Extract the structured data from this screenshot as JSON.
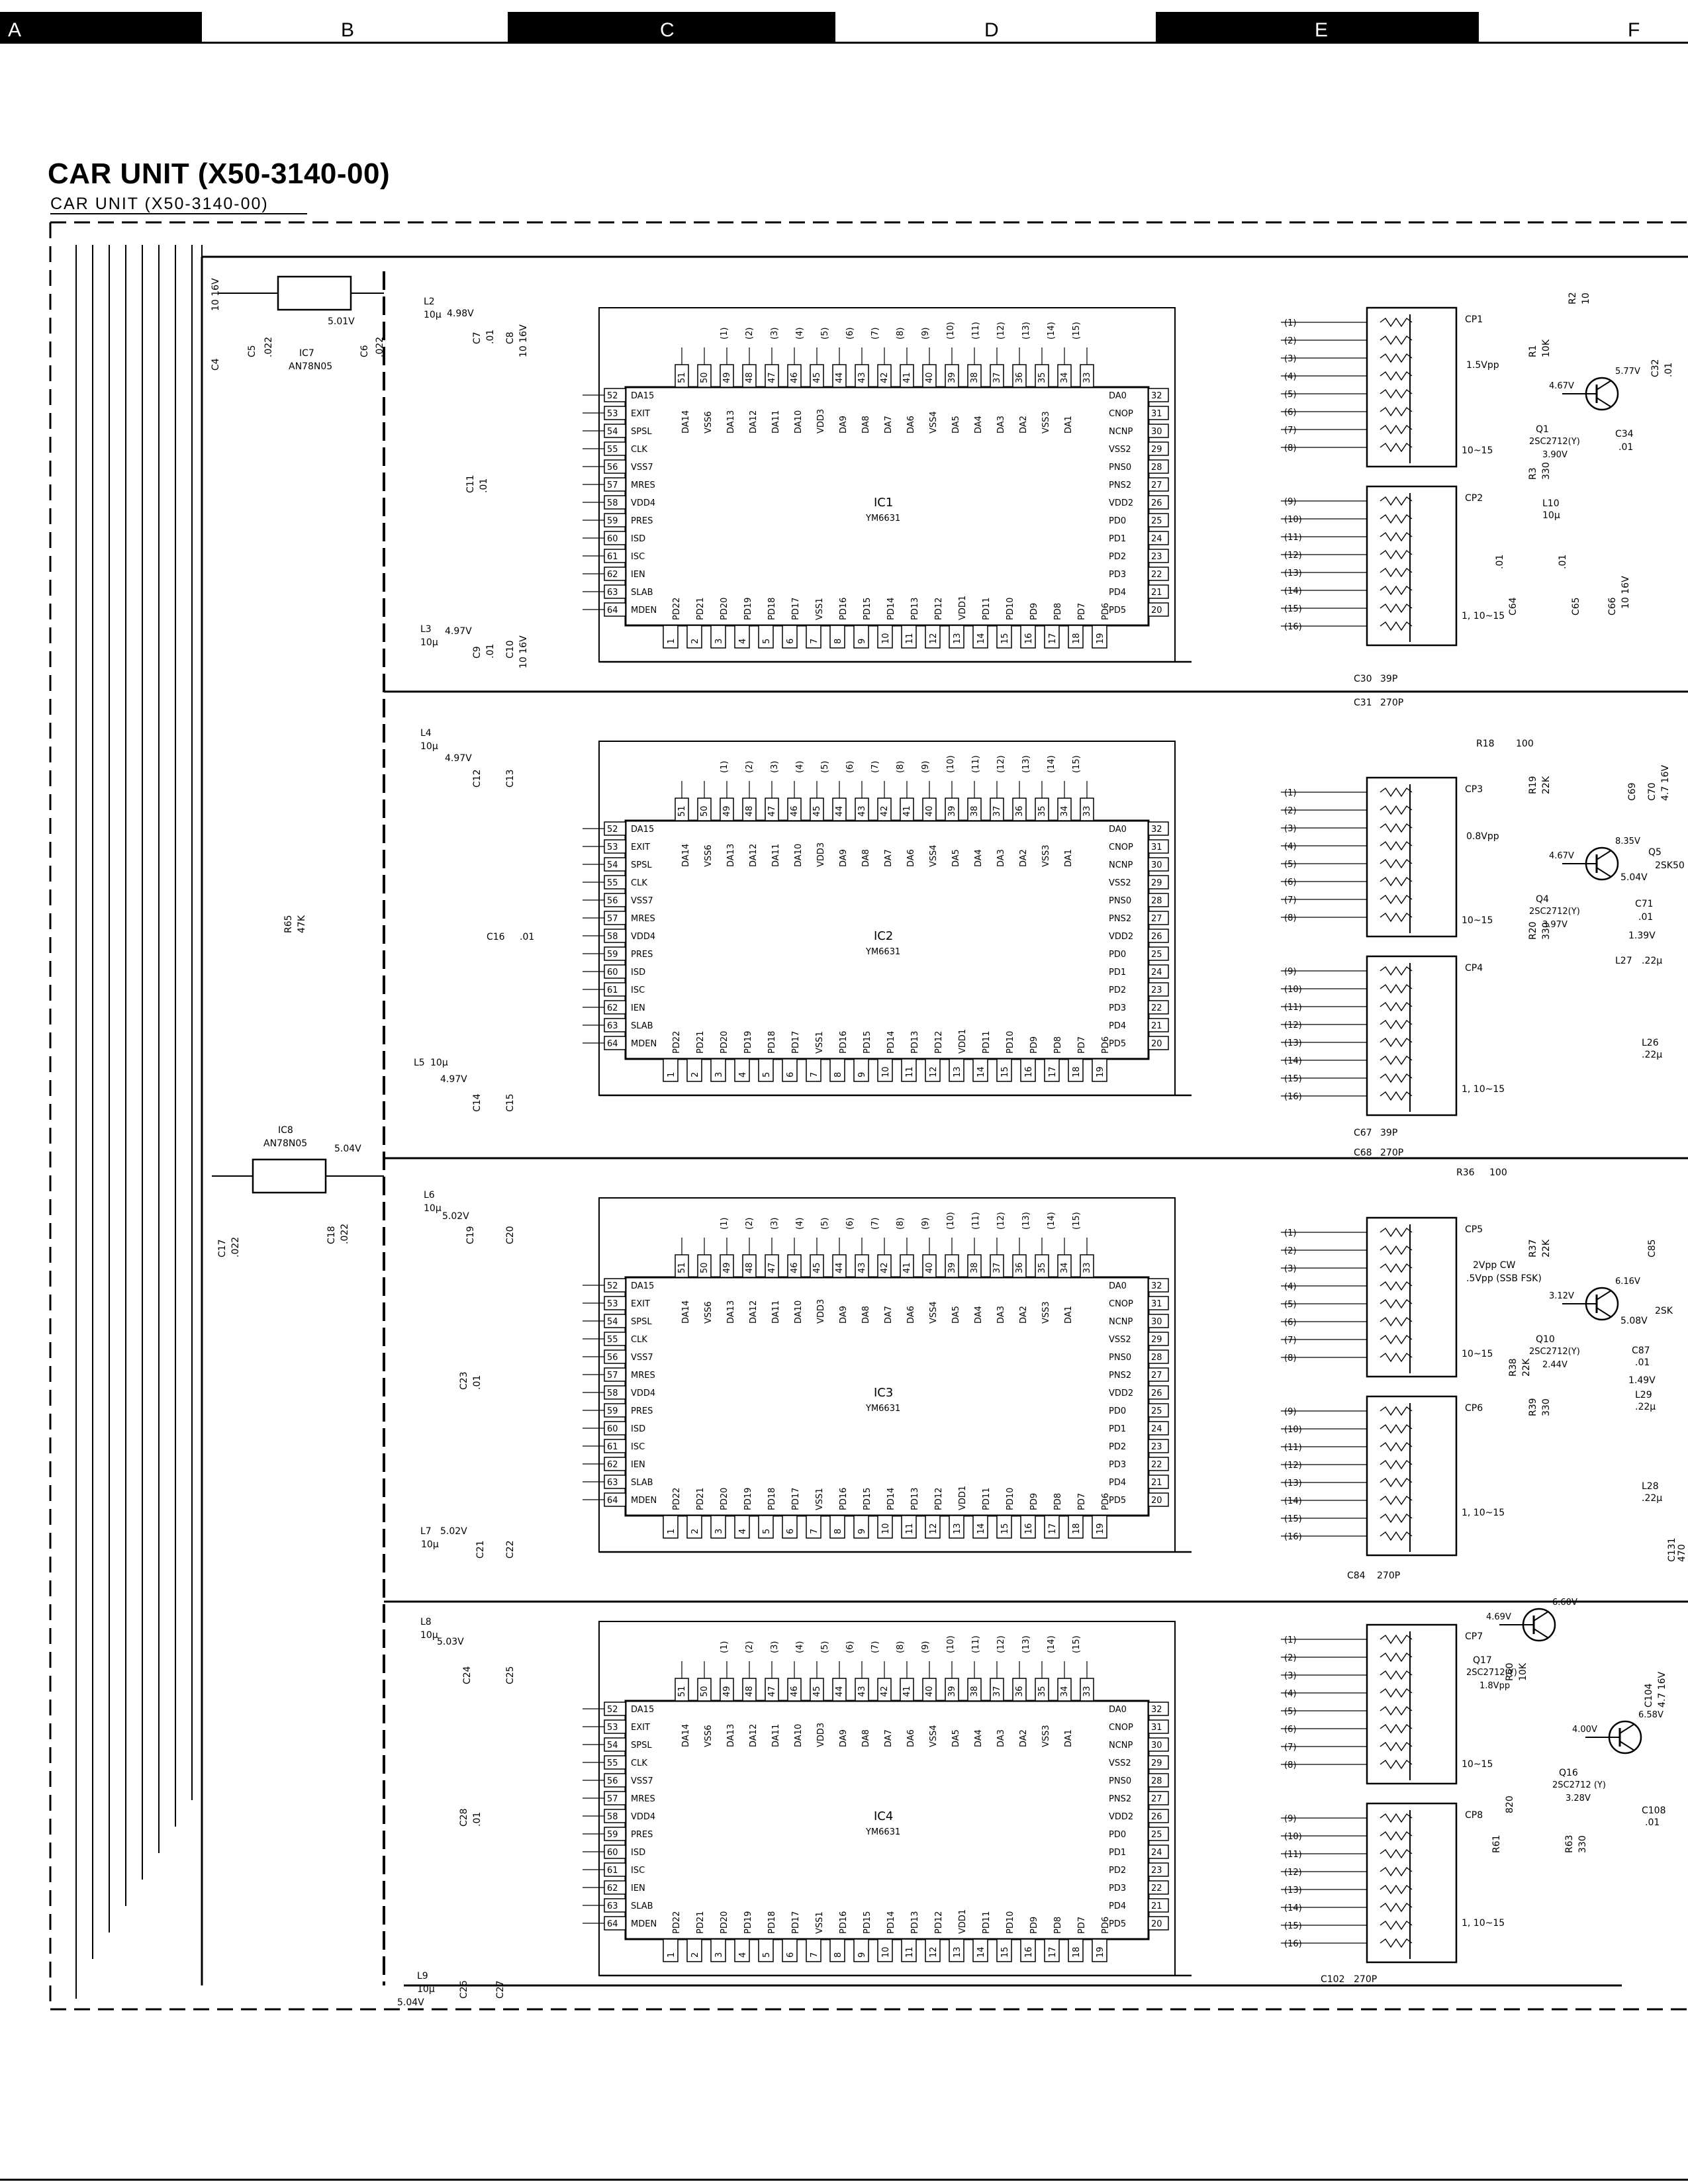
{
  "grid": [
    "A",
    "B",
    "C",
    "D",
    "E",
    "F"
  ],
  "title": "CAR UNIT (X50-3140-00)",
  "subtitle": "CAR UNIT (X50-3140-00)",
  "left_pins": [
    "DA15",
    "EXIT",
    "SPSL",
    "CLK",
    "VSS7",
    "MRES",
    "VDD4",
    "PRES",
    "ISD",
    "ISC",
    "IEN",
    "SLAB",
    "MDEN"
  ],
  "left_nums": [
    "52",
    "53",
    "54",
    "55",
    "56",
    "57",
    "58",
    "59",
    "60",
    "61",
    "62",
    "63",
    "64"
  ],
  "right_pins": [
    "DA0",
    "CNOP",
    "NCNP",
    "VSS2",
    "PNS0",
    "PNS2",
    "VDD2",
    "PD0",
    "PD1",
    "PD2",
    "PD3",
    "PD4",
    "PD5"
  ],
  "right_nums": [
    "32",
    "31",
    "30",
    "29",
    "28",
    "27",
    "26",
    "25",
    "24",
    "23",
    "22",
    "21",
    "20"
  ],
  "top_pins": [
    "DA14",
    "VSS6",
    "DA13",
    "DA12",
    "DA11",
    "DA10",
    "VDD3",
    "DA9",
    "DA8",
    "DA7",
    "DA6",
    "VSS4",
    "DA5",
    "DA4",
    "DA3",
    "DA2",
    "VSS3",
    "DA1"
  ],
  "top_nums": [
    "51",
    "50",
    "49",
    "48",
    "47",
    "46",
    "45",
    "44",
    "43",
    "42",
    "41",
    "40",
    "39",
    "38",
    "37",
    "36",
    "35",
    "34",
    "33"
  ],
  "bottom_pins": [
    "PD22",
    "PD21",
    "PD20",
    "PD19",
    "PD18",
    "PD17",
    "VSS1",
    "PD16",
    "PD15",
    "PD14",
    "PD13",
    "PD12",
    "VDD1",
    "PD11",
    "PD10",
    "PD9",
    "PD8",
    "PD7",
    "PD6"
  ],
  "bottom_nums": [
    "1",
    "2",
    "3",
    "4",
    "5",
    "6",
    "7",
    "8",
    "9",
    "10",
    "11",
    "12",
    "13",
    "14",
    "15",
    "16",
    "17",
    "18",
    "19"
  ],
  "chips": [
    {
      "name": "IC1",
      "part": "YM6631"
    },
    {
      "name": "IC2",
      "part": "YM6631"
    },
    {
      "name": "IC3",
      "part": "YM6631"
    },
    {
      "name": "IC4",
      "part": "YM6631"
    }
  ],
  "networks": [
    "CP1",
    "CP2",
    "CP3",
    "CP4",
    "CP5",
    "CP6",
    "CP7",
    "CP8"
  ],
  "regulators": [
    {
      "name": "IC7",
      "part": "AN78N05",
      "out": "5.01V"
    },
    {
      "name": "IC8",
      "part": "AN78N05",
      "out": "5.04V"
    }
  ],
  "components": {
    "c4": "C4",
    "c4v": "10 16V",
    "c5": "C5",
    "c5v": ".022",
    "c6": "C6",
    "c6v": ".022",
    "l2": "L2",
    "l2v": "10μ",
    "v498": "4.98V",
    "c7": "C7",
    "c7v": ".01",
    "c8": "C8",
    "c8v": "10 16V",
    "c11": "C11",
    "c11v": ".01",
    "l3": "L3",
    "l3v": "10μ",
    "v497a": "4.97V",
    "c9": "C9",
    "c9v": ".01",
    "c10": "C10",
    "c10v": "10 16V",
    "c30": "C30",
    "c30v": "39P",
    "c31": "C31",
    "c31v": "270P",
    "l4": "L4",
    "l4v": "10μ",
    "v497b": "4.97V",
    "c12": "C12",
    "c13": "C13",
    "r65": "R65",
    "r65v": "47K",
    "c16": "C16",
    "c16v": ".01",
    "l5": "L5",
    "l5v": "10μ",
    "v497c": "4.97V",
    "c14": "C14",
    "c15": "C15",
    "c67": "C67",
    "c67v": "39P",
    "c68": "C68",
    "c68v": "270P",
    "c17": "C17",
    "c17v": ".022",
    "c18": "C18",
    "c18v": ".022",
    "l6": "L6",
    "l6v": "10μ",
    "v502a": "5.02V",
    "c19": "C19",
    "c20": "C20",
    "c23": "C23",
    "c23v": ".01",
    "l7": "L7",
    "l7v": "10μ",
    "v502b": "5.02V",
    "c21": "C21",
    "c22": "C22",
    "c84": "C84",
    "c84v": "270P",
    "l8": "L8",
    "l8v": "10μ",
    "v503": "5.03V",
    "c24": "C24",
    "c25": "C25",
    "c28": "C28",
    "c28v": ".01",
    "l9": "L9",
    "l9v": "10μ",
    "v504b": "5.04V",
    "c26": "C26",
    "c27": "C27",
    "c102": "C102",
    "c102v": "270P",
    "r18": "R18",
    "r18v": "100",
    "r36": "R36",
    "r36v": "100",
    "range1": "10~15",
    "range2": "1, 10~15",
    "range3": "1, 10~15",
    "range4": "1, 10~15",
    "range5": "10~15",
    "range6": "10~15",
    "range7": "10~15"
  },
  "transistors": [
    {
      "name": "Q1",
      "part": "2SC2712(Y)",
      "v1": "4.67V",
      "v2": "5.77V",
      "v3": "3.90V"
    },
    {
      "name": "Q4",
      "part": "2SC2712(Y)",
      "v1": "4.67V",
      "v2": "8.35V",
      "v3": "3.97V"
    },
    {
      "name": "Q10",
      "part": "2SC2712(Y)",
      "v1": "3.12V",
      "v2": "6.16V",
      "v3": "2.44V"
    },
    {
      "name": "Q17",
      "part": "2SC2712(Y)",
      "v1": "4.69V",
      "v2": "6.60V",
      "v3": "1.8Vpp"
    },
    {
      "name": "Q16",
      "part": "2SC2712 (Y)",
      "v1": "4.00V",
      "v2": "6.58V",
      "v3": "3.28V"
    }
  ],
  "signals": {
    "vpp1": "1.5Vpp",
    "vpp2": "0.8Vpp",
    "vpp3": "2Vpp CW",
    "vpp3b": ".5Vpp (SSB FSK)",
    "r1": "R1",
    "r1v": "10K",
    "r3": "R3",
    "r3v": "330",
    "r2": "R2",
    "r2v": "10",
    "c32": "C32",
    "c32v": ".01",
    "c34": "C34",
    "c34v": ".01",
    "c64": "C64",
    "c64v": ".01",
    "c65": "C65",
    "c65v": ".01",
    "c66": "C66",
    "c66v": "10 16V",
    "l10": "L10",
    "l10v": "10μ",
    "r19": "R19",
    "r19v": "22K",
    "r20": "R20",
    "r20v": "330",
    "c69": "C69",
    "c70": "C70",
    "c70v": "4.7 16V",
    "c71": "C71",
    "c71v": ".01",
    "v504": "5.04V",
    "v139": "1.39V",
    "l27": "L27",
    "l27v": ".22μ",
    "l26": "L26",
    "l26v": ".22μ",
    "r37": "R37",
    "r37v": "22K",
    "r38": "R38",
    "r38v": "22K",
    "r39": "R39",
    "r39v": "330",
    "c85": "C85",
    "c87": "C87",
    "c87v": ".01",
    "v508": "5.08V",
    "v149": "1.49V",
    "l29": "L29",
    "l29v": ".22μ",
    "l28": "L28",
    "l28v": ".22μ",
    "c131": "C131",
    "c131v": "470",
    "r60": "R60",
    "r60v": "10K",
    "r61": "R61",
    "r61v": "820",
    "r63": "R63",
    "r63v": "330",
    "c104": "C104",
    "c104v": "4.7 16V",
    "c108": "C108",
    "c108v": ".01",
    "q5": "Q5",
    "q5p": "2SK50",
    "q11p": "2SK"
  }
}
